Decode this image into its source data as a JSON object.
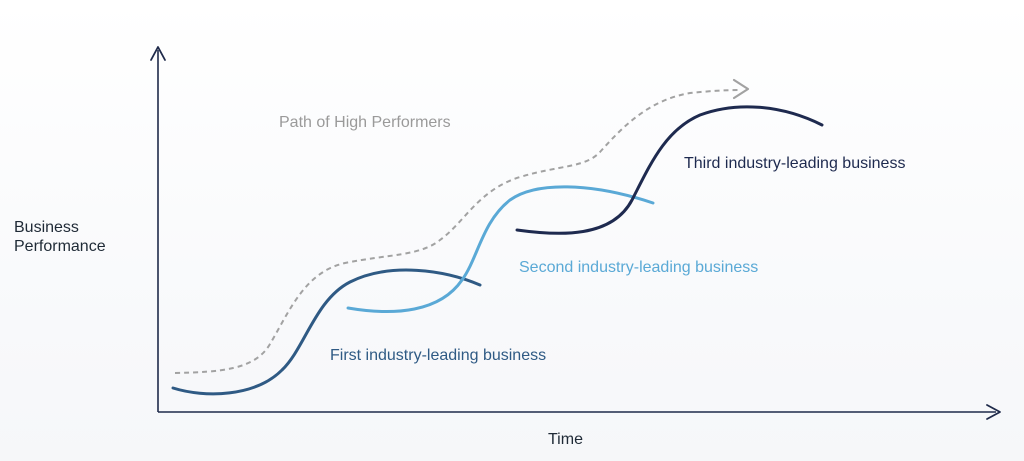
{
  "axes": {
    "y_label_line1": "Business",
    "y_label_line2": "Performance",
    "x_label": "Time"
  },
  "curves": {
    "path": {
      "label": "Path of High Performers",
      "color": "#9a9a9a"
    },
    "first": {
      "label": "First industry-leading business",
      "color": "#2f5a84"
    },
    "second": {
      "label": "Second industry-leading business",
      "color": "#5aa9d6"
    },
    "third": {
      "label": "Third industry-leading business",
      "color": "#1e2a4f"
    }
  },
  "colors": {
    "axis": "#1f2a4a"
  }
}
